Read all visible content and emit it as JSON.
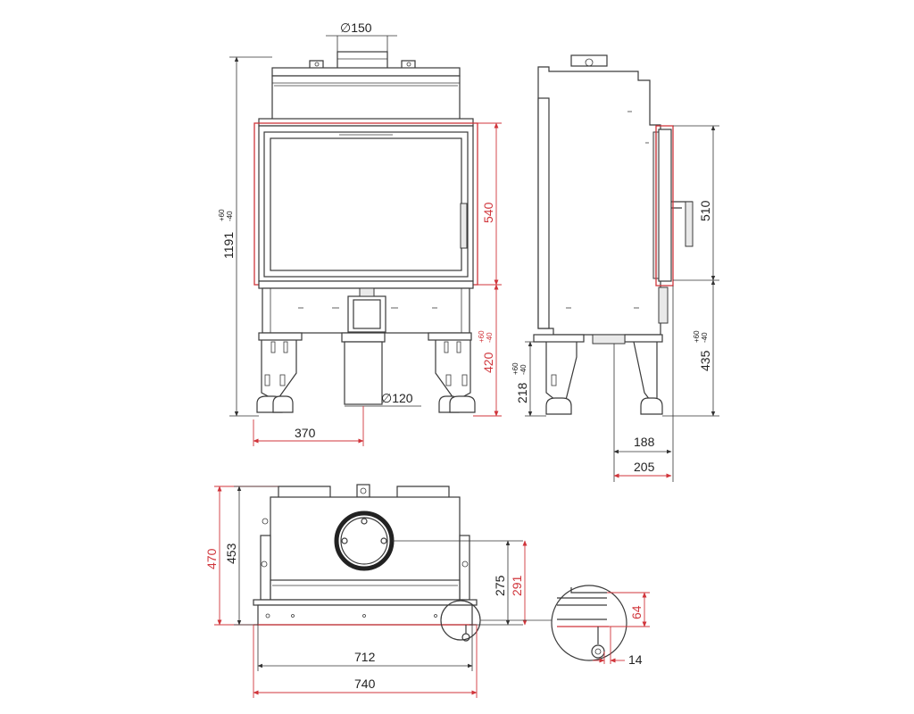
{
  "dimensions": {
    "front_flue": "∅150",
    "front_height": "1191",
    "front_height_tol_plus": "+60",
    "front_height_tol_minus": "-40",
    "door_height": "540",
    "base_height": "420",
    "base_height_tol_plus": "+60",
    "base_height_tol_minus": "-40",
    "half_width": "370",
    "air_inlet": "∅120",
    "side_door_height": "510",
    "side_base_height": "435",
    "side_base_tol_plus": "+60",
    "side_base_tol_minus": "-40",
    "leg_height": "218",
    "leg_tol_plus": "+60",
    "leg_tol_minus": "-40",
    "side_depth_inner": "188",
    "side_depth_outer": "205",
    "top_depth_outer": "470",
    "top_depth_inner": "453",
    "flue_offset_inner": "275",
    "flue_offset_outer": "291",
    "width_inner": "712",
    "width_outer": "740",
    "detail_height": "64",
    "detail_offset": "14"
  },
  "colors": {
    "outline": "#3a3a3a",
    "dimension_red": "#d0353b"
  }
}
